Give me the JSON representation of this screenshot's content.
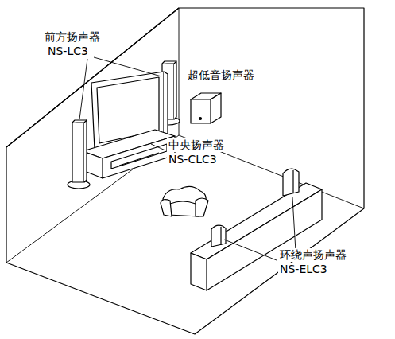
{
  "diagram": {
    "labels": [
      "前方扬声器",
      "NS-LC3",
      "超低音扬声器",
      "中央扬声器",
      "NS-CLC3",
      "环绕声扬声器",
      "NS-ELC3"
    ]
  }
}
